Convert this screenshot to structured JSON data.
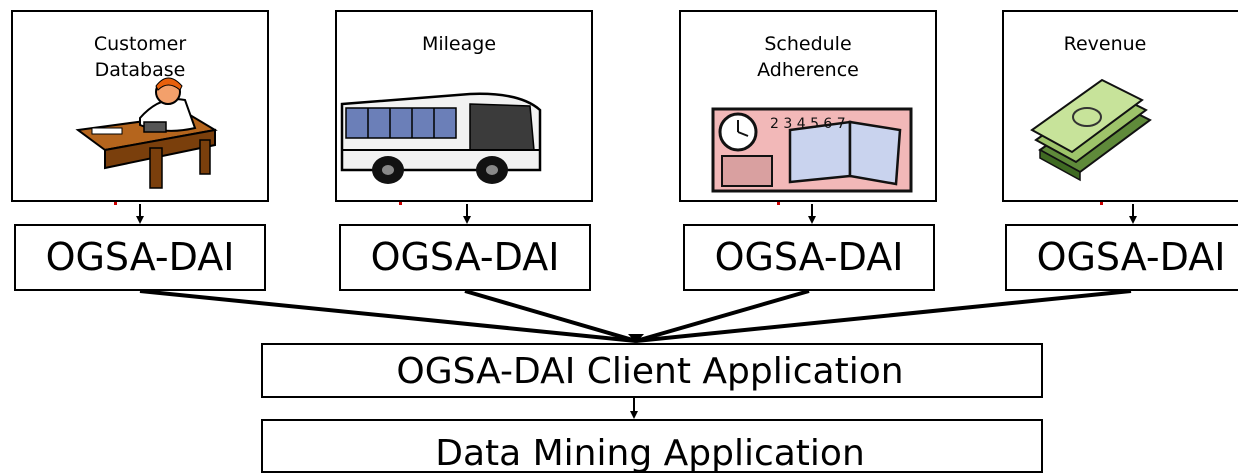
{
  "sources": [
    {
      "line1": "Customer",
      "line2": "Database",
      "icon": "person-on-phone-at-desk-icon"
    },
    {
      "line1": "Mileage",
      "line2": "",
      "icon": "bus-icon"
    },
    {
      "line1": "Schedule",
      "line2": "Adherence",
      "icon": "calendar-clock-book-icon"
    },
    {
      "line1": "Revenue",
      "line2": "",
      "icon": "money-stack-icon"
    }
  ],
  "dai_nodes": [
    "OGSA-DAI",
    "OGSA-DAI",
    "OGSA-DAI",
    "OGSA-DAI"
  ],
  "client_app": "OGSA-DAI Client Application",
  "mining_app": "Data Mining Application",
  "colors": {
    "stroke": "#000000",
    "background": "#ffffff",
    "tick": "#cc0000"
  }
}
